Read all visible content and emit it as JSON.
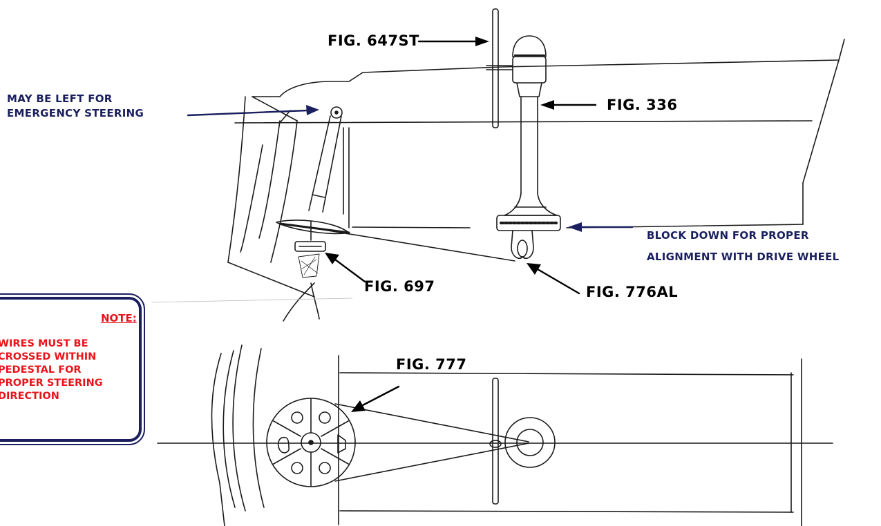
{
  "labels": {
    "fig_647st": "FIG. 647ST",
    "fig_336": "FIG. 336",
    "fig_697": "FIG. 697",
    "fig_776al": "FIG. 776AL",
    "fig_777": "FIG. 777",
    "emergency_line1": "MAY BE LEFT FOR",
    "emergency_line2": "EMERGENCY STEERING",
    "block_line1": "BLOCK DOWN FOR PROPER",
    "block_line2": "ALIGNMENT WITH DRIVE WHEEL"
  },
  "note": {
    "title": "NOTE:",
    "body": "WIRES MUST BE\nCROSSED WITHIN\nPEDESTAL FOR\nPROPER STEERING\nDIRECTION"
  },
  "colors": {
    "label_navy": "#1a1f5e",
    "note_red": "#e8141b",
    "drawing_line": "#1a1a1a"
  }
}
